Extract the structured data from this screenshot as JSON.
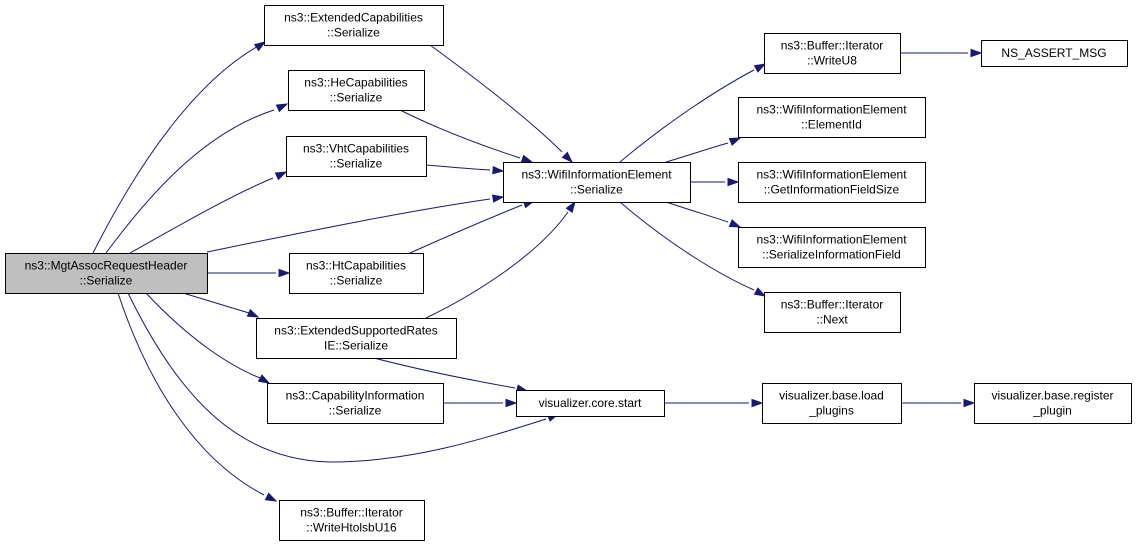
{
  "diagram": {
    "type": "call-graph",
    "colors": {
      "edge": "#191970",
      "root_fill": "#bfbfbf",
      "node_fill": "#ffffff",
      "border": "#000000"
    },
    "nodes": [
      {
        "id": "root",
        "lines": [
          "ns3::MgtAssocRequestHeader",
          "::Serialize"
        ]
      },
      {
        "id": "extcap",
        "lines": [
          "ns3::ExtendedCapabilities",
          "::Serialize"
        ]
      },
      {
        "id": "hecap",
        "lines": [
          "ns3::HeCapabilities",
          "::Serialize"
        ]
      },
      {
        "id": "vhtcap",
        "lines": [
          "ns3::VhtCapabilities",
          "::Serialize"
        ]
      },
      {
        "id": "htcap",
        "lines": [
          "ns3::HtCapabilities",
          "::Serialize"
        ]
      },
      {
        "id": "extsup",
        "lines": [
          "ns3::ExtendedSupportedRates",
          "IE::Serialize"
        ]
      },
      {
        "id": "capinf",
        "lines": [
          "ns3::CapabilityInformation",
          "::Serialize"
        ]
      },
      {
        "id": "wrhtol",
        "lines": [
          "ns3::Buffer::Iterator",
          "::WriteHtolsbU16"
        ]
      },
      {
        "id": "wifiie",
        "lines": [
          "ns3::WifiInformationElement",
          "::Serialize"
        ]
      },
      {
        "id": "vstart",
        "lines": [
          "visualizer.core.start"
        ]
      },
      {
        "id": "wru8",
        "lines": [
          "ns3::Buffer::Iterator",
          "::WriteU8"
        ]
      },
      {
        "id": "elemid",
        "lines": [
          "ns3::WifiInformationElement",
          "::ElementId"
        ]
      },
      {
        "id": "gifs",
        "lines": [
          "ns3::WifiInformationElement",
          "::GetInformationFieldSize"
        ]
      },
      {
        "id": "sif",
        "lines": [
          "ns3::WifiInformationElement",
          "::SerializeInformationField"
        ]
      },
      {
        "id": "next",
        "lines": [
          "ns3::Buffer::Iterator",
          "::Next"
        ]
      },
      {
        "id": "nsa",
        "lines": [
          "NS_ASSERT_MSG"
        ]
      },
      {
        "id": "vload",
        "lines": [
          "visualizer.base.load",
          "_plugins"
        ]
      },
      {
        "id": "vreg",
        "lines": [
          "visualizer.base.register",
          "_plugin"
        ]
      }
    ],
    "edges": [
      {
        "from": "root",
        "to": "extcap"
      },
      {
        "from": "root",
        "to": "hecap"
      },
      {
        "from": "root",
        "to": "vhtcap"
      },
      {
        "from": "root",
        "to": "wifiie"
      },
      {
        "from": "root",
        "to": "htcap"
      },
      {
        "from": "root",
        "to": "extsup"
      },
      {
        "from": "root",
        "to": "capinf"
      },
      {
        "from": "root",
        "to": "vstart"
      },
      {
        "from": "root",
        "to": "wrhtol"
      },
      {
        "from": "extcap",
        "to": "wifiie"
      },
      {
        "from": "hecap",
        "to": "wifiie"
      },
      {
        "from": "vhtcap",
        "to": "wifiie"
      },
      {
        "from": "htcap",
        "to": "wifiie"
      },
      {
        "from": "extsup",
        "to": "wifiie"
      },
      {
        "from": "extsup",
        "to": "vstart"
      },
      {
        "from": "capinf",
        "to": "vstart"
      },
      {
        "from": "wifiie",
        "to": "wru8"
      },
      {
        "from": "wifiie",
        "to": "elemid"
      },
      {
        "from": "wifiie",
        "to": "gifs"
      },
      {
        "from": "wifiie",
        "to": "sif"
      },
      {
        "from": "wifiie",
        "to": "next"
      },
      {
        "from": "wru8",
        "to": "nsa"
      },
      {
        "from": "vstart",
        "to": "vload"
      },
      {
        "from": "vload",
        "to": "vreg"
      }
    ]
  }
}
